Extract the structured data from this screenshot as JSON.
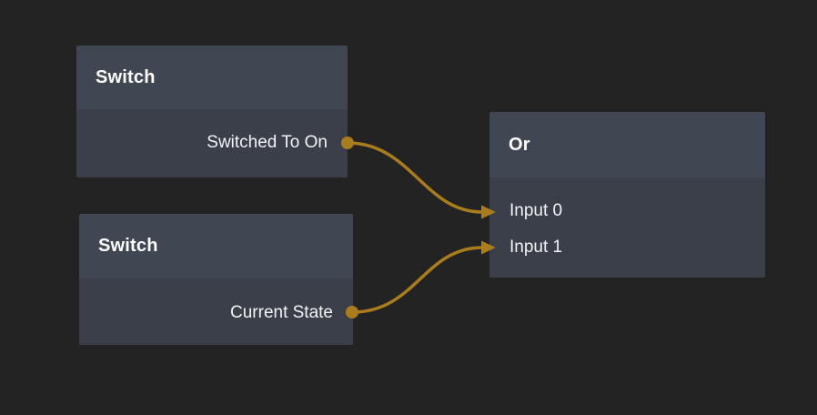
{
  "colors": {
    "background": "#232323",
    "node_header": "#414653",
    "node_body": "#3a3f4a",
    "wire": "#a97c1e",
    "text": "#f2f3f5",
    "title": "#ffffff"
  },
  "nodes": [
    {
      "title": "Switch",
      "outputs": [
        {
          "label": "Switched To On"
        }
      ]
    },
    {
      "title": "Switch",
      "outputs": [
        {
          "label": "Current State"
        }
      ]
    },
    {
      "title": "Or",
      "inputs": [
        {
          "label": "Input 0"
        },
        {
          "label": "Input 1"
        }
      ]
    }
  ],
  "connections": [
    {
      "from": "Switch / Switched To On",
      "to": "Or / Input 0"
    },
    {
      "from": "Switch / Current State",
      "to": "Or / Input 1"
    }
  ]
}
